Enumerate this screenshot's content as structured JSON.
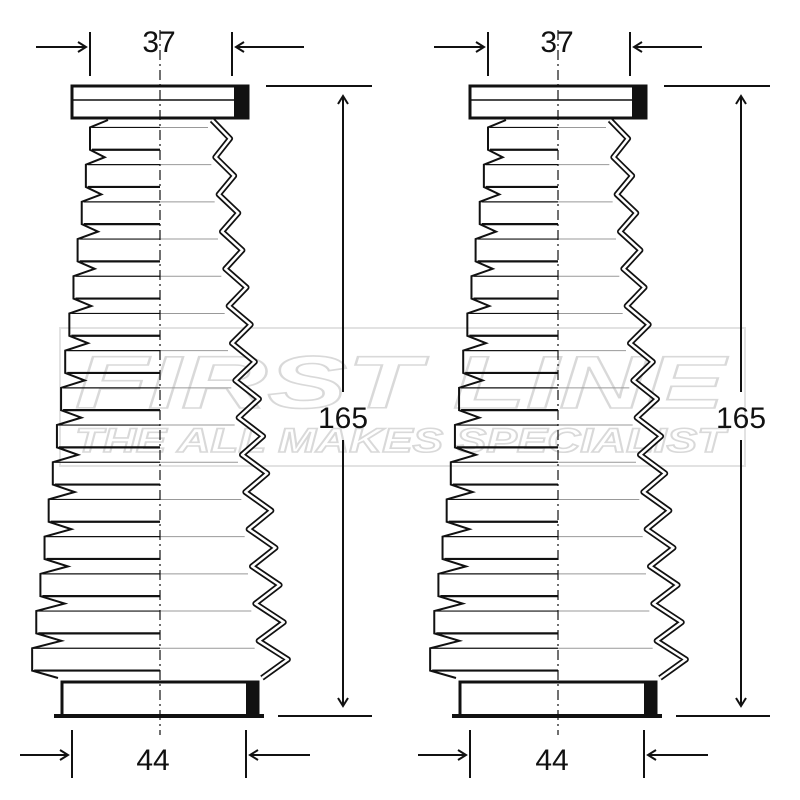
{
  "boots": [
    {
      "top_diameter": "37",
      "bottom_diameter": "44",
      "length": "165"
    },
    {
      "top_diameter": "37",
      "bottom_diameter": "44",
      "length": "165"
    }
  ],
  "watermark": {
    "brand": "FIRST LINE",
    "tagline": "THE ALL MAKES SPECIALIST"
  },
  "colors": {
    "line": "#111111",
    "fill": "#ffffff",
    "watermark": "#d9d9d9"
  }
}
